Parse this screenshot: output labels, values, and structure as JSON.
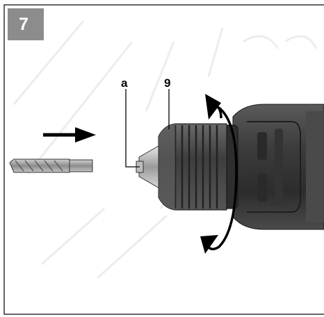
{
  "figure": {
    "step_number": "7",
    "callouts": {
      "a": "a",
      "nine": "9"
    },
    "icons": [
      "insert-direction-arrow-icon",
      "rotation-arrow-icon"
    ],
    "colors": {
      "badge": "#8c8c8c",
      "frame": "#000000",
      "drill_body": "#3a3a3a",
      "chuck_sleeve": "#4a4a4a",
      "arrows": "#000000"
    }
  }
}
